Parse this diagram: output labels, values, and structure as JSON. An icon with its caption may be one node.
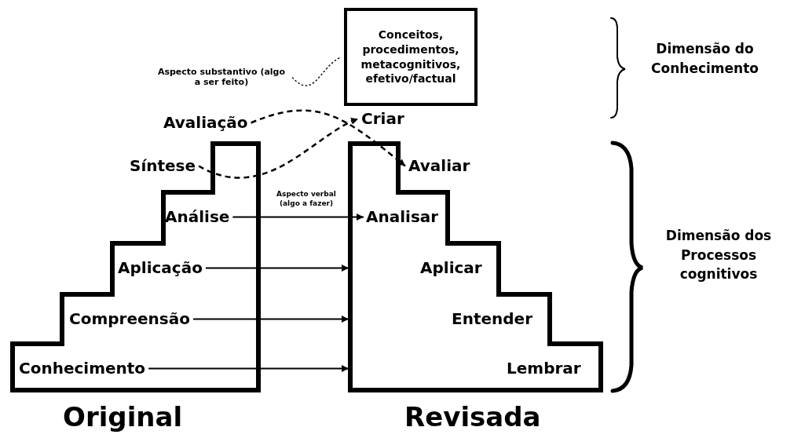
{
  "diagram": {
    "nodes": [
      {
        "text": [
          "Conceitos, procedimentos, metacognitivos, efetivo/factual"
        ]
      },
      {
        "text": [
          "Aspecto substantivo (algo a ser feito)"
        ]
      },
      {
        "text": [
          "Avaliação"
        ]
      },
      {
        "text": [
          "Criar"
        ]
      },
      {
        "text": [
          "Síntese"
        ]
      },
      {
        "text": [
          "Original"
        ]
      },
      {
        "text": [
          "Análise"
        ],
        "in": 5
      },
      {
        "text": [
          "Aplicação"
        ],
        "in": 5
      },
      {
        "text": [
          "Compreensão"
        ],
        "in": 5
      },
      {
        "text": [
          "Conhecimento"
        ],
        "in": 5
      },
      {
        "text": [
          "Revisada"
        ]
      },
      {
        "text": [
          "Avaliar"
        ],
        "in": 10
      },
      {
        "text": [
          "Analisar"
        ],
        "in": 10
      },
      {
        "text": [
          "Aplicar"
        ],
        "in": 10
      },
      {
        "text": [
          "Entender"
        ],
        "in": 10
      },
      {
        "text": [
          "Lembrar"
        ],
        "in": 10
      }
    ],
    "edges": [
      {
        "from": 1,
        "to": 0,
        "arrow": "none",
        "style": "dashed"
      },
      {
        "from": 2,
        "to": 11,
        "arrow": "to",
        "style": "dashed"
      },
      {
        "from": 4,
        "to": 3,
        "arrow": "to",
        "style": "dashed"
      },
      {
        "from": 6,
        "to": 12,
        "arrow": "to",
        "label": "Aspecto verbal (algo a fazer)"
      },
      {
        "from": 7,
        "to": 10,
        "arrow": "to"
      },
      {
        "from": 8,
        "to": 10,
        "arrow": "to"
      },
      {
        "from": 9,
        "to": 10,
        "arrow": "to"
      }
    ],
    "labels": [
      "Dimensão do Conhecimento",
      "Dimensão dos Processos cognitivos"
    ]
  }
}
